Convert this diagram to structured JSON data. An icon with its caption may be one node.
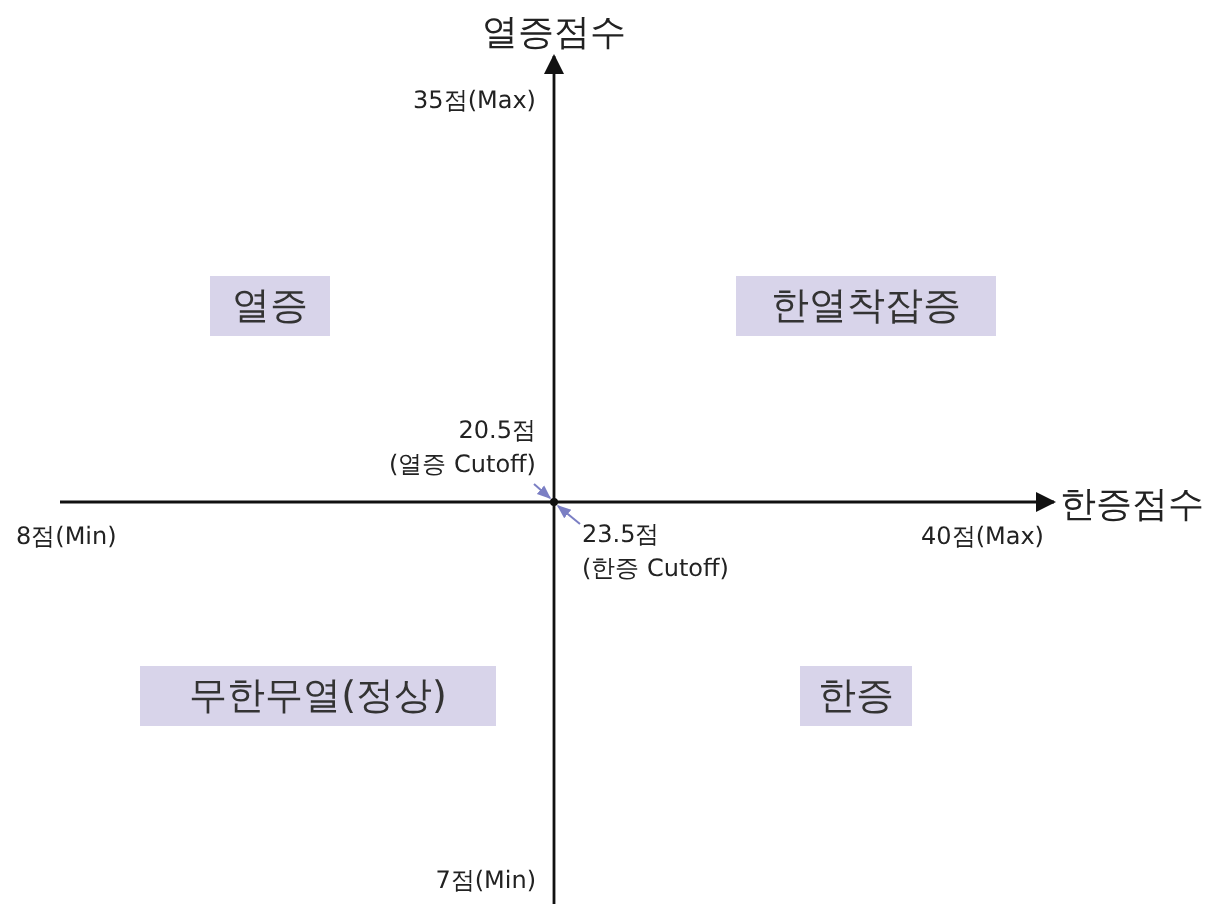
{
  "diagram": {
    "nodes": [
      {
        "text": [
          "열증"
        ]
      },
      {
        "text": [
          "한열착잡증"
        ]
      },
      {
        "text": [
          "무한무열(정상)"
        ]
      },
      {
        "text": [
          "한증"
        ]
      },
      {
        "text": [
          "20.5점 (열증 Cutoff)"
        ]
      },
      {
        "text": [
          "23.5점 (한증 Cutoff)"
        ]
      },
      {
        "text": [],
        "shape": "point"
      }
    ],
    "edges": [
      {
        "from": 4,
        "to": 6,
        "arrow": "to",
        "color": "#7b7fc4"
      },
      {
        "from": 5,
        "to": 6,
        "arrow": "to",
        "color": "#7b7fc4"
      }
    ],
    "labels": [
      "열증점수",
      "35점(Max)",
      "8점(Min)",
      "40점(Max)",
      "한증점수",
      "7점(Min)"
    ]
  }
}
